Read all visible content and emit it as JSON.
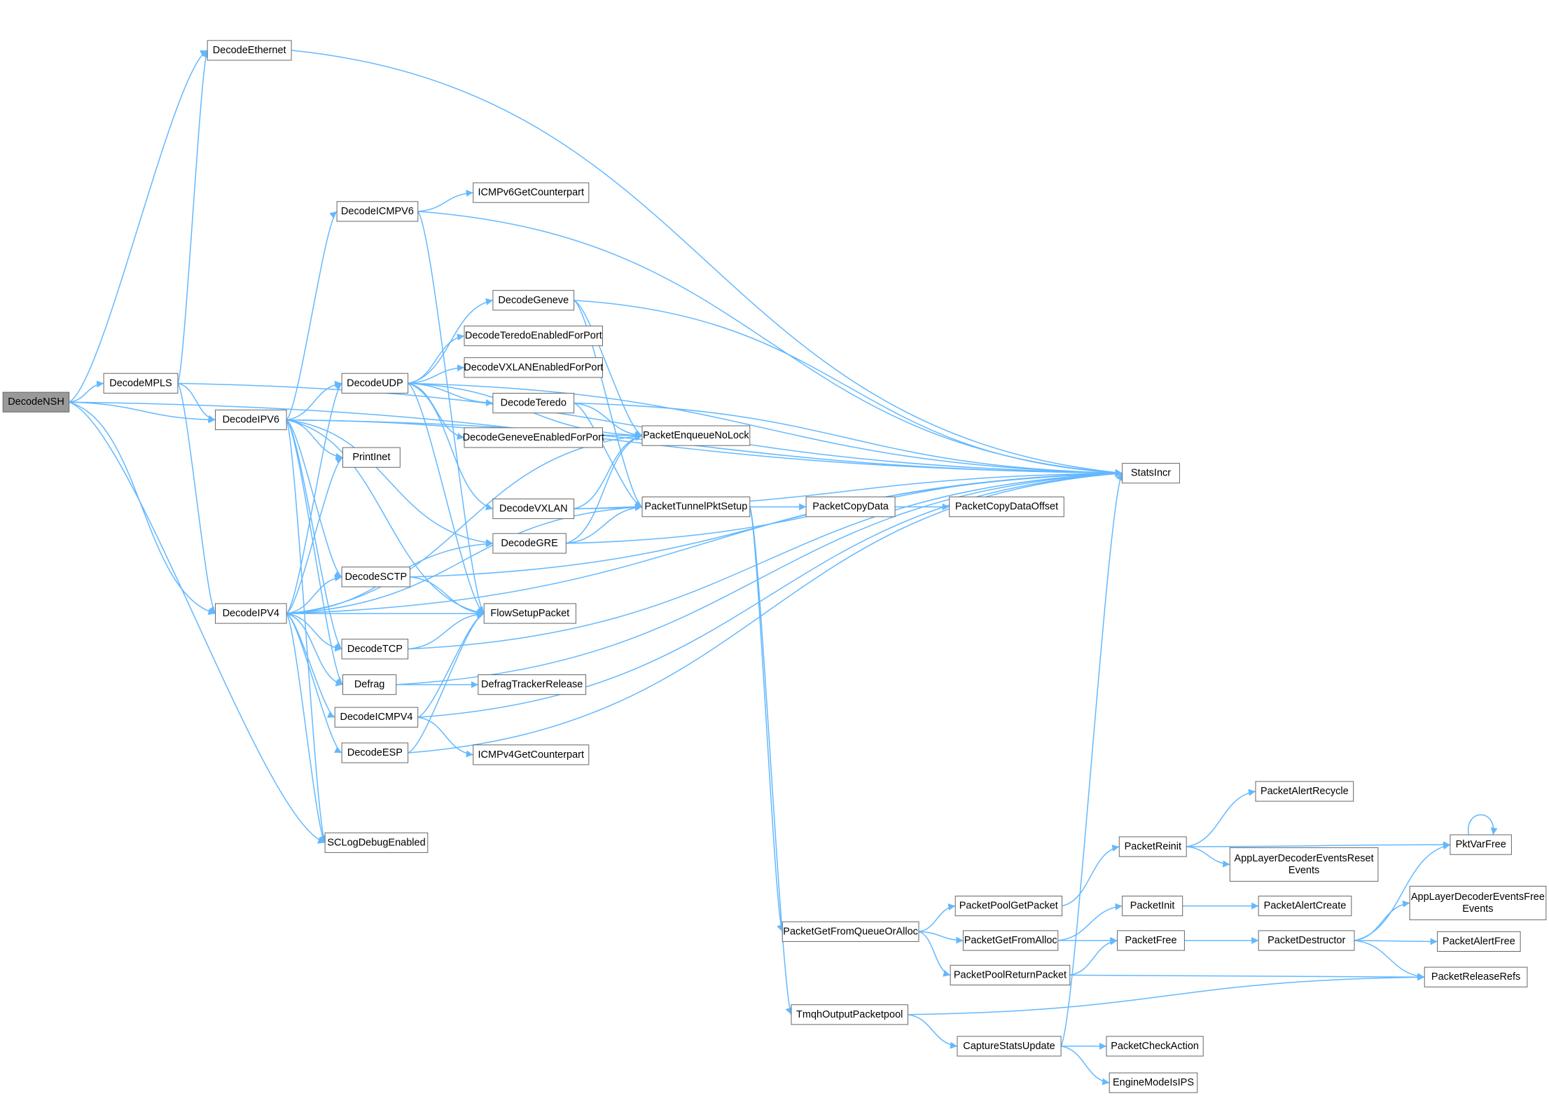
{
  "nodes": [
    {
      "id": "DecodeNSH",
      "lines": [
        "DecodeNSH"
      ],
      "highlight": true
    },
    {
      "id": "DecodeEthernet",
      "lines": [
        "DecodeEthernet"
      ]
    },
    {
      "id": "DecodeMPLS",
      "lines": [
        "DecodeMPLS"
      ]
    },
    {
      "id": "DecodeIPV6",
      "lines": [
        "DecodeIPV6"
      ]
    },
    {
      "id": "DecodeIPV4",
      "lines": [
        "DecodeIPV4"
      ]
    },
    {
      "id": "SCLogDebugEnabled",
      "lines": [
        "SCLogDebugEnabled"
      ]
    },
    {
      "id": "DecodeICMPV6",
      "lines": [
        "DecodeICMPV6"
      ]
    },
    {
      "id": "ICMPv6GetCounterpart",
      "lines": [
        "ICMPv6GetCounterpart"
      ]
    },
    {
      "id": "DecodeUDP",
      "lines": [
        "DecodeUDP"
      ]
    },
    {
      "id": "PrintInet",
      "lines": [
        "PrintInet"
      ]
    },
    {
      "id": "DecodeSCTP",
      "lines": [
        "DecodeSCTP"
      ]
    },
    {
      "id": "DecodeTCP",
      "lines": [
        "DecodeTCP"
      ]
    },
    {
      "id": "Defrag",
      "lines": [
        "Defrag"
      ]
    },
    {
      "id": "DecodeICMPV4",
      "lines": [
        "DecodeICMPV4"
      ]
    },
    {
      "id": "DecodeESP",
      "lines": [
        "DecodeESP"
      ]
    },
    {
      "id": "DecodeGeneve",
      "lines": [
        "DecodeGeneve"
      ]
    },
    {
      "id": "DecodeTeredoEnabledForPort",
      "lines": [
        "DecodeTeredoEnabledForPort"
      ]
    },
    {
      "id": "DecodeVXLANEnabledForPort",
      "lines": [
        "DecodeVXLANEnabledForPort"
      ]
    },
    {
      "id": "DecodeTeredo",
      "lines": [
        "DecodeTeredo"
      ]
    },
    {
      "id": "DecodeGeneveEnabledForPort",
      "lines": [
        "DecodeGeneveEnabledForPort"
      ]
    },
    {
      "id": "DecodeVXLAN",
      "lines": [
        "DecodeVXLAN"
      ]
    },
    {
      "id": "DecodeGRE",
      "lines": [
        "DecodeGRE"
      ]
    },
    {
      "id": "FlowSetupPacket",
      "lines": [
        "FlowSetupPacket"
      ]
    },
    {
      "id": "DefragTrackerRelease",
      "lines": [
        "DefragTrackerRelease"
      ]
    },
    {
      "id": "ICMPv4GetCounterpart",
      "lines": [
        "ICMPv4GetCounterpart"
      ]
    },
    {
      "id": "PacketEnqueueNoLock",
      "lines": [
        "PacketEnqueueNoLock"
      ]
    },
    {
      "id": "PacketTunnelPktSetup",
      "lines": [
        "PacketTunnelPktSetup"
      ]
    },
    {
      "id": "PacketCopyData",
      "lines": [
        "PacketCopyData"
      ]
    },
    {
      "id": "PacketCopyDataOffset",
      "lines": [
        "PacketCopyDataOffset"
      ]
    },
    {
      "id": "StatsIncr",
      "lines": [
        "StatsIncr"
      ]
    },
    {
      "id": "PacketGetFromQueueOrAlloc",
      "lines": [
        "PacketGetFromQueueOrAlloc"
      ]
    },
    {
      "id": "TmqhOutputPacketpool",
      "lines": [
        "TmqhOutputPacketpool"
      ]
    },
    {
      "id": "PacketPoolGetPacket",
      "lines": [
        "PacketPoolGetPacket"
      ]
    },
    {
      "id": "PacketGetFromAlloc",
      "lines": [
        "PacketGetFromAlloc"
      ]
    },
    {
      "id": "PacketPoolReturnPacket",
      "lines": [
        "PacketPoolReturnPacket"
      ]
    },
    {
      "id": "CaptureStatsUpdate",
      "lines": [
        "CaptureStatsUpdate"
      ]
    },
    {
      "id": "PacketReinit",
      "lines": [
        "PacketReinit"
      ]
    },
    {
      "id": "PacketInit",
      "lines": [
        "PacketInit"
      ]
    },
    {
      "id": "PacketFree",
      "lines": [
        "PacketFree"
      ]
    },
    {
      "id": "PacketCheckAction",
      "lines": [
        "PacketCheckAction"
      ]
    },
    {
      "id": "EngineModeIsIPS",
      "lines": [
        "EngineModeIsIPS"
      ]
    },
    {
      "id": "PacketAlertRecycle",
      "lines": [
        "PacketAlertRecycle"
      ]
    },
    {
      "id": "AppLayerDecoderEventsResetEvents",
      "lines": [
        "AppLayerDecoderEventsReset",
        "Events"
      ]
    },
    {
      "id": "PacketAlertCreate",
      "lines": [
        "PacketAlertCreate"
      ]
    },
    {
      "id": "PacketDestructor",
      "lines": [
        "PacketDestructor"
      ]
    },
    {
      "id": "PktVarFree",
      "lines": [
        "PktVarFree"
      ]
    },
    {
      "id": "AppLayerDecoderEventsFreeEvents",
      "lines": [
        "AppLayerDecoderEventsFree",
        "Events"
      ]
    },
    {
      "id": "PacketAlertFree",
      "lines": [
        "PacketAlertFree"
      ]
    },
    {
      "id": "PacketReleaseRefs",
      "lines": [
        "PacketReleaseRefs"
      ]
    }
  ],
  "edges": [
    [
      "DecodeNSH",
      "DecodeEthernet"
    ],
    [
      "DecodeNSH",
      "DecodeMPLS"
    ],
    [
      "DecodeNSH",
      "DecodeIPV6"
    ],
    [
      "DecodeNSH",
      "DecodeIPV4"
    ],
    [
      "DecodeNSH",
      "SCLogDebugEnabled"
    ],
    [
      "DecodeNSH",
      "StatsIncr"
    ],
    [
      "DecodeEthernet",
      "StatsIncr"
    ],
    [
      "DecodeMPLS",
      "DecodeEthernet"
    ],
    [
      "DecodeMPLS",
      "DecodeIPV6"
    ],
    [
      "DecodeMPLS",
      "DecodeIPV4"
    ],
    [
      "DecodeMPLS",
      "StatsIncr"
    ],
    [
      "DecodeIPV6",
      "DecodeICMPV6"
    ],
    [
      "DecodeIPV6",
      "DecodeUDP"
    ],
    [
      "DecodeIPV6",
      "PrintInet"
    ],
    [
      "DecodeIPV6",
      "DecodeSCTP"
    ],
    [
      "DecodeIPV6",
      "DecodeTCP"
    ],
    [
      "DecodeIPV6",
      "Defrag"
    ],
    [
      "DecodeIPV6",
      "DecodeGRE"
    ],
    [
      "DecodeIPV6",
      "FlowSetupPacket"
    ],
    [
      "DecodeIPV6",
      "PacketEnqueueNoLock"
    ],
    [
      "DecodeIPV6",
      "SCLogDebugEnabled"
    ],
    [
      "DecodeIPV6",
      "StatsIncr"
    ],
    [
      "DecodeIPV4",
      "DecodeUDP"
    ],
    [
      "DecodeIPV4",
      "PrintInet"
    ],
    [
      "DecodeIPV4",
      "DecodeSCTP"
    ],
    [
      "DecodeIPV4",
      "FlowSetupPacket"
    ],
    [
      "DecodeIPV4",
      "DecodeTCP"
    ],
    [
      "DecodeIPV4",
      "Defrag"
    ],
    [
      "DecodeIPV4",
      "DecodeICMPV4"
    ],
    [
      "DecodeIPV4",
      "DecodeESP"
    ],
    [
      "DecodeIPV4",
      "DecodeGRE"
    ],
    [
      "DecodeIPV4",
      "PacketEnqueueNoLock"
    ],
    [
      "DecodeIPV4",
      "PacketTunnelPktSetup"
    ],
    [
      "DecodeIPV4",
      "SCLogDebugEnabled"
    ],
    [
      "DecodeIPV4",
      "StatsIncr"
    ],
    [
      "DecodeICMPV6",
      "ICMPv6GetCounterpart"
    ],
    [
      "DecodeICMPV6",
      "FlowSetupPacket"
    ],
    [
      "DecodeICMPV6",
      "StatsIncr"
    ],
    [
      "DecodeUDP",
      "DecodeGeneve"
    ],
    [
      "DecodeUDP",
      "DecodeTeredoEnabledForPort"
    ],
    [
      "DecodeUDP",
      "DecodeVXLANEnabledForPort"
    ],
    [
      "DecodeUDP",
      "DecodeTeredo"
    ],
    [
      "DecodeUDP",
      "DecodeGeneveEnabledForPort"
    ],
    [
      "DecodeUDP",
      "DecodeVXLAN"
    ],
    [
      "DecodeUDP",
      "FlowSetupPacket"
    ],
    [
      "DecodeUDP",
      "PacketEnqueueNoLock"
    ],
    [
      "DecodeUDP",
      "StatsIncr"
    ],
    [
      "DecodeSCTP",
      "FlowSetupPacket"
    ],
    [
      "DecodeSCTP",
      "StatsIncr"
    ],
    [
      "DecodeTCP",
      "FlowSetupPacket"
    ],
    [
      "DecodeTCP",
      "StatsIncr"
    ],
    [
      "Defrag",
      "DefragTrackerRelease"
    ],
    [
      "Defrag",
      "StatsIncr"
    ],
    [
      "DecodeICMPV4",
      "ICMPv4GetCounterpart"
    ],
    [
      "DecodeICMPV4",
      "FlowSetupPacket"
    ],
    [
      "DecodeICMPV4",
      "StatsIncr"
    ],
    [
      "DecodeESP",
      "FlowSetupPacket"
    ],
    [
      "DecodeESP",
      "StatsIncr"
    ],
    [
      "DecodeGeneve",
      "PacketEnqueueNoLock"
    ],
    [
      "DecodeGeneve",
      "PacketTunnelPktSetup"
    ],
    [
      "DecodeGeneve",
      "StatsIncr"
    ],
    [
      "DecodeTeredo",
      "PacketEnqueueNoLock"
    ],
    [
      "DecodeTeredo",
      "PacketTunnelPktSetup"
    ],
    [
      "DecodeTeredo",
      "StatsIncr"
    ],
    [
      "DecodeVXLAN",
      "PacketEnqueueNoLock"
    ],
    [
      "DecodeVXLAN",
      "PacketTunnelPktSetup"
    ],
    [
      "DecodeVXLAN",
      "StatsIncr"
    ],
    [
      "DecodeGRE",
      "PacketEnqueueNoLock"
    ],
    [
      "DecodeGRE",
      "PacketTunnelPktSetup"
    ],
    [
      "DecodeGRE",
      "StatsIncr"
    ],
    [
      "PacketTunnelPktSetup",
      "PacketCopyData"
    ],
    [
      "PacketTunnelPktSetup",
      "PacketGetFromQueueOrAlloc"
    ],
    [
      "PacketTunnelPktSetup",
      "TmqhOutputPacketpool"
    ],
    [
      "PacketCopyData",
      "PacketCopyDataOffset"
    ],
    [
      "PacketGetFromQueueOrAlloc",
      "PacketPoolGetPacket"
    ],
    [
      "PacketGetFromQueueOrAlloc",
      "PacketGetFromAlloc"
    ],
    [
      "PacketGetFromQueueOrAlloc",
      "PacketPoolReturnPacket"
    ],
    [
      "PacketPoolGetPacket",
      "PacketReinit"
    ],
    [
      "PacketGetFromAlloc",
      "PacketInit"
    ],
    [
      "PacketGetFromAlloc",
      "PacketFree"
    ],
    [
      "PacketPoolReturnPacket",
      "PacketFree"
    ],
    [
      "PacketPoolReturnPacket",
      "PacketReleaseRefs"
    ],
    [
      "TmqhOutputPacketpool",
      "CaptureStatsUpdate"
    ],
    [
      "TmqhOutputPacketpool",
      "PacketReleaseRefs"
    ],
    [
      "CaptureStatsUpdate",
      "PacketCheckAction"
    ],
    [
      "CaptureStatsUpdate",
      "EngineModeIsIPS"
    ],
    [
      "CaptureStatsUpdate",
      "StatsIncr"
    ],
    [
      "PacketReinit",
      "PacketAlertRecycle"
    ],
    [
      "PacketReinit",
      "AppLayerDecoderEventsResetEvents"
    ],
    [
      "PacketReinit",
      "PktVarFree"
    ],
    [
      "PacketInit",
      "PacketAlertCreate"
    ],
    [
      "PacketFree",
      "PacketDestructor"
    ],
    [
      "PacketDestructor",
      "PktVarFree"
    ],
    [
      "PacketDestructor",
      "AppLayerDecoderEventsFreeEvents"
    ],
    [
      "PacketDestructor",
      "PacketAlertFree"
    ],
    [
      "PacketDestructor",
      "PacketReleaseRefs"
    ],
    [
      "PktVarFree",
      "PktVarFree"
    ]
  ],
  "colors": {
    "edge": "#63b8ff",
    "node_fill": "#ffffff",
    "node_stroke": "#666666",
    "highlight_fill": "#999999",
    "text": "#000000"
  }
}
